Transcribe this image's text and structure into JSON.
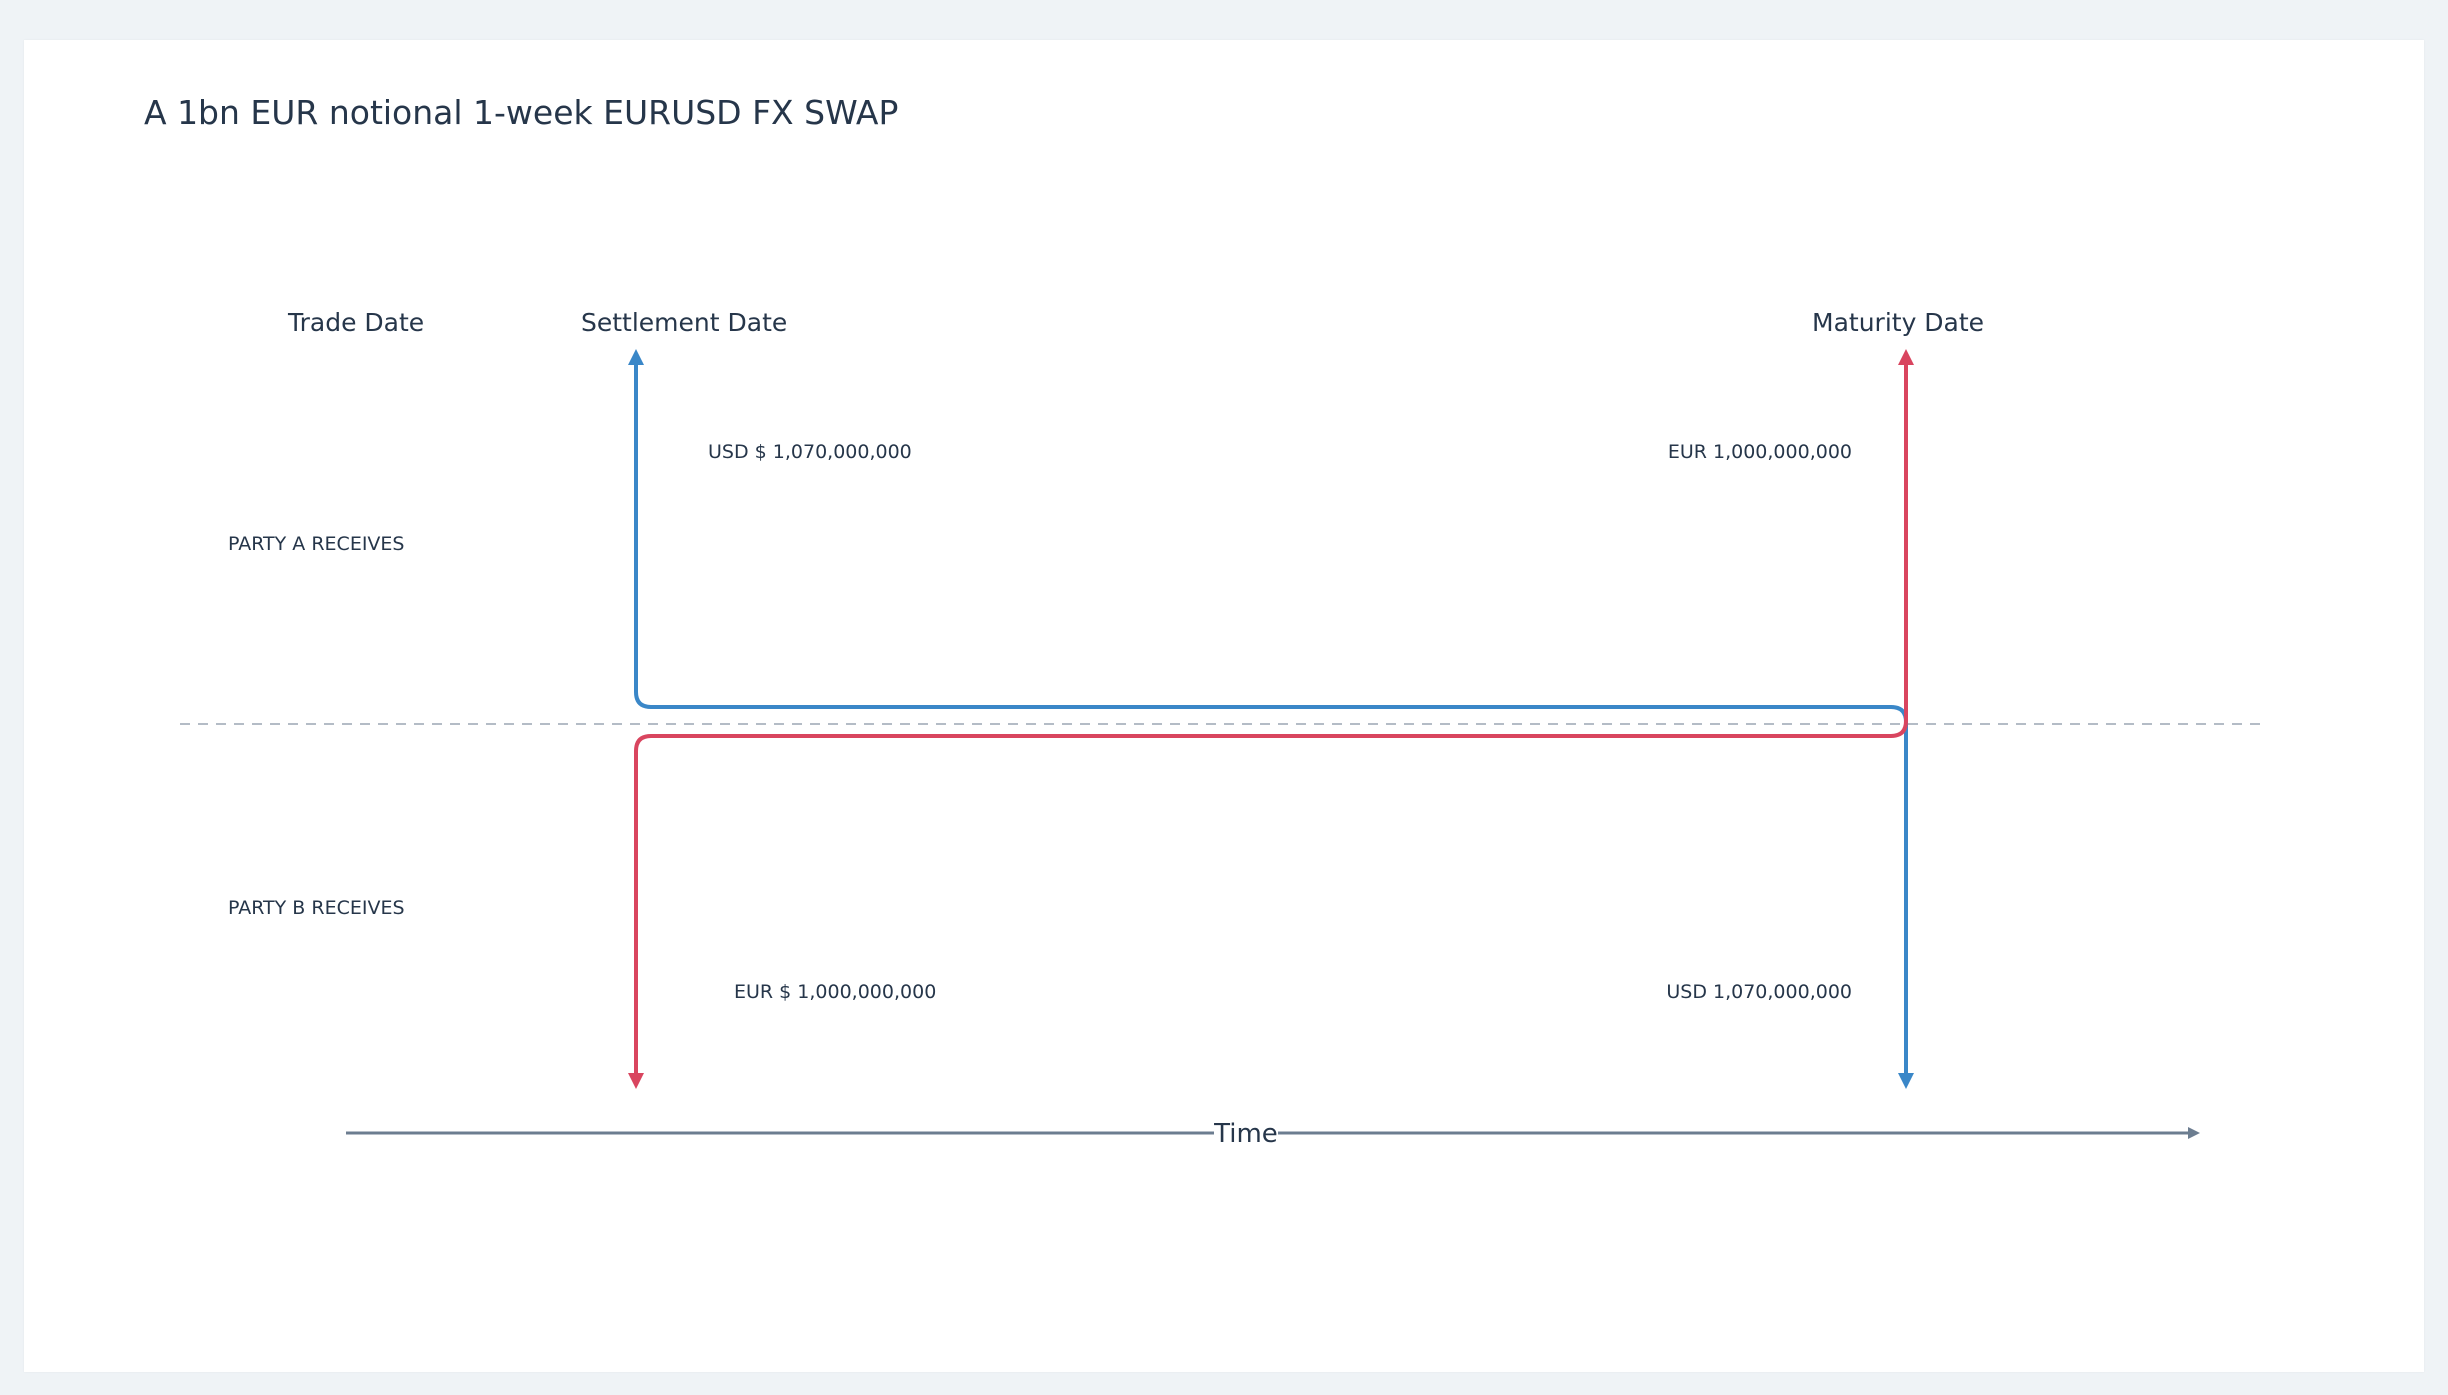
{
  "title": "A 1bn EUR notional 1-week  EURUSD FX SWAP",
  "dates": {
    "trade": "Trade Date",
    "settlement": "Settlement Date",
    "maturity": "Maturity Date"
  },
  "parties": {
    "a": "PARTY A RECEIVES",
    "b": "PARTY B RECEIVES"
  },
  "amounts": {
    "settle_a": "USD $ 1,070,000,000",
    "settle_b": "EUR $ 1,000,000,000",
    "maturity_a": "EUR 1,000,000,000",
    "maturity_b": "USD 1,070,000,000"
  },
  "axis": {
    "label": "Time"
  },
  "colors": {
    "usd_flow": "#3a87c8",
    "eur_flow": "#d9455f",
    "axis": "#6c7d90",
    "divider": "#b4bcc6",
    "text": "#26364a"
  }
}
